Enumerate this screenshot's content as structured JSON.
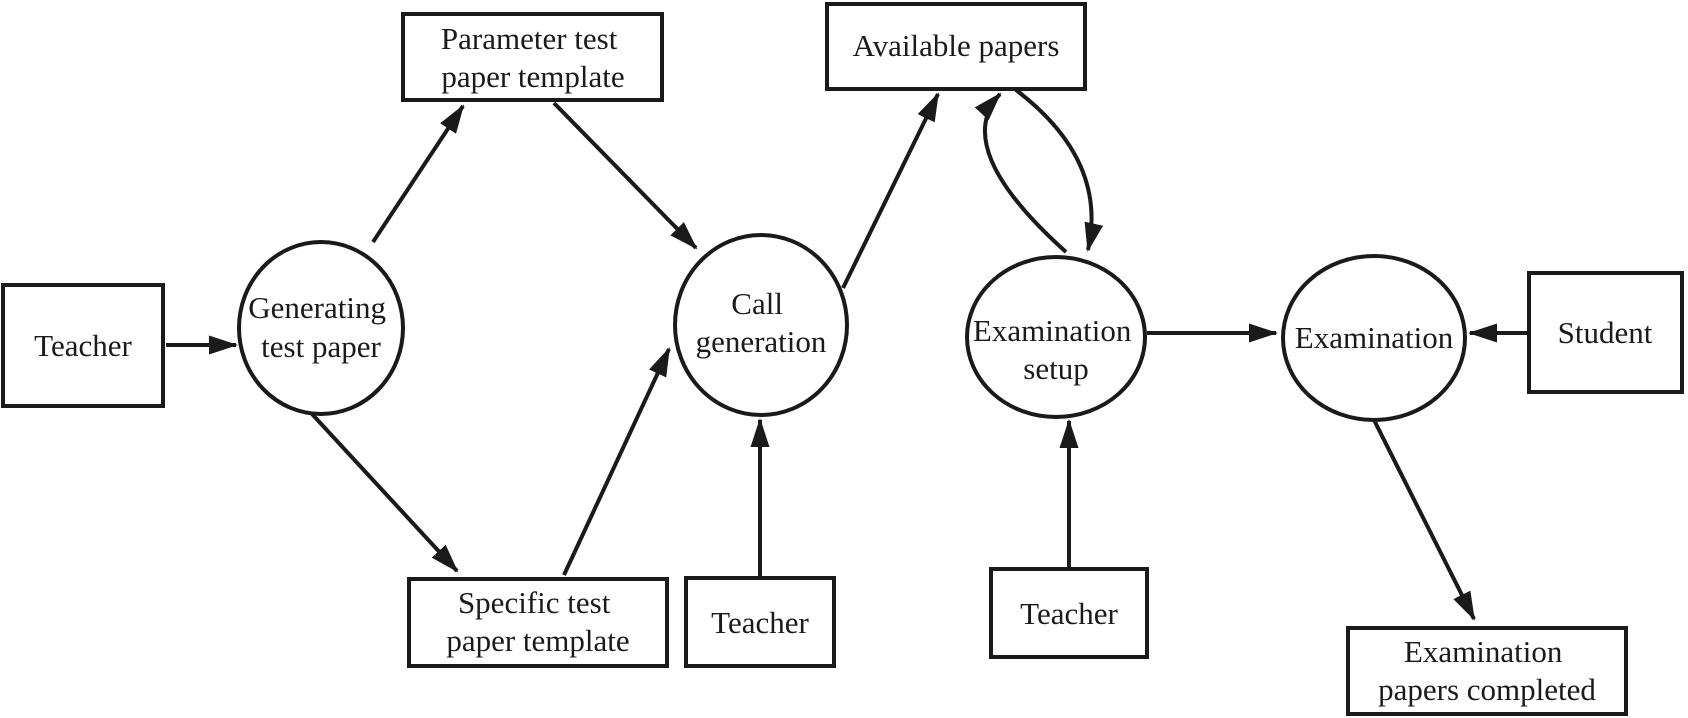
{
  "diagram": {
    "type": "data-flow-diagram",
    "colors": {
      "background": "#ffffff",
      "stroke": "#1a1a1a",
      "text": "#1a1a1a"
    },
    "nodes": {
      "teacher_left": {
        "kind": "external-entity",
        "shape": "rect",
        "label": "Teacher"
      },
      "generating_test_paper": {
        "kind": "process",
        "shape": "circle",
        "lines": [
          "Generating",
          "test paper"
        ]
      },
      "parameter_template": {
        "kind": "data-store",
        "shape": "rect",
        "lines": [
          "Parameter test",
          "paper template"
        ]
      },
      "specific_template": {
        "kind": "data-store",
        "shape": "rect",
        "lines": [
          "Specific test",
          "paper template"
        ]
      },
      "call_generation": {
        "kind": "process",
        "shape": "circle",
        "lines": [
          "Call",
          "generation"
        ]
      },
      "teacher_call": {
        "kind": "external-entity",
        "shape": "rect",
        "label": "Teacher"
      },
      "available_papers": {
        "kind": "data-store",
        "shape": "rect",
        "label": "Available papers"
      },
      "examination_setup": {
        "kind": "process",
        "shape": "circle",
        "lines": [
          "Examination",
          "setup"
        ]
      },
      "teacher_setup": {
        "kind": "external-entity",
        "shape": "rect",
        "label": "Teacher"
      },
      "examination": {
        "kind": "process",
        "shape": "circle",
        "label": "Examination"
      },
      "student": {
        "kind": "external-entity",
        "shape": "rect",
        "label": "Student"
      },
      "papers_completed": {
        "kind": "data-store",
        "shape": "rect",
        "lines": [
          "Examination",
          "papers completed"
        ]
      }
    },
    "edges": [
      {
        "from": "teacher_left",
        "to": "generating_test_paper",
        "style": "straight"
      },
      {
        "from": "generating_test_paper",
        "to": "parameter_template",
        "style": "straight"
      },
      {
        "from": "parameter_template",
        "to": "call_generation",
        "style": "straight"
      },
      {
        "from": "generating_test_paper",
        "to": "specific_template",
        "style": "straight"
      },
      {
        "from": "specific_template",
        "to": "call_generation",
        "style": "straight"
      },
      {
        "from": "teacher_call",
        "to": "call_generation",
        "style": "straight"
      },
      {
        "from": "call_generation",
        "to": "available_papers",
        "style": "straight"
      },
      {
        "from": "examination_setup",
        "to": "available_papers",
        "style": "curved"
      },
      {
        "from": "available_papers",
        "to": "examination_setup",
        "style": "curved"
      },
      {
        "from": "teacher_setup",
        "to": "examination_setup",
        "style": "straight"
      },
      {
        "from": "examination_setup",
        "to": "examination",
        "style": "straight"
      },
      {
        "from": "student",
        "to": "examination",
        "style": "straight"
      },
      {
        "from": "examination",
        "to": "papers_completed",
        "style": "straight"
      }
    ]
  }
}
